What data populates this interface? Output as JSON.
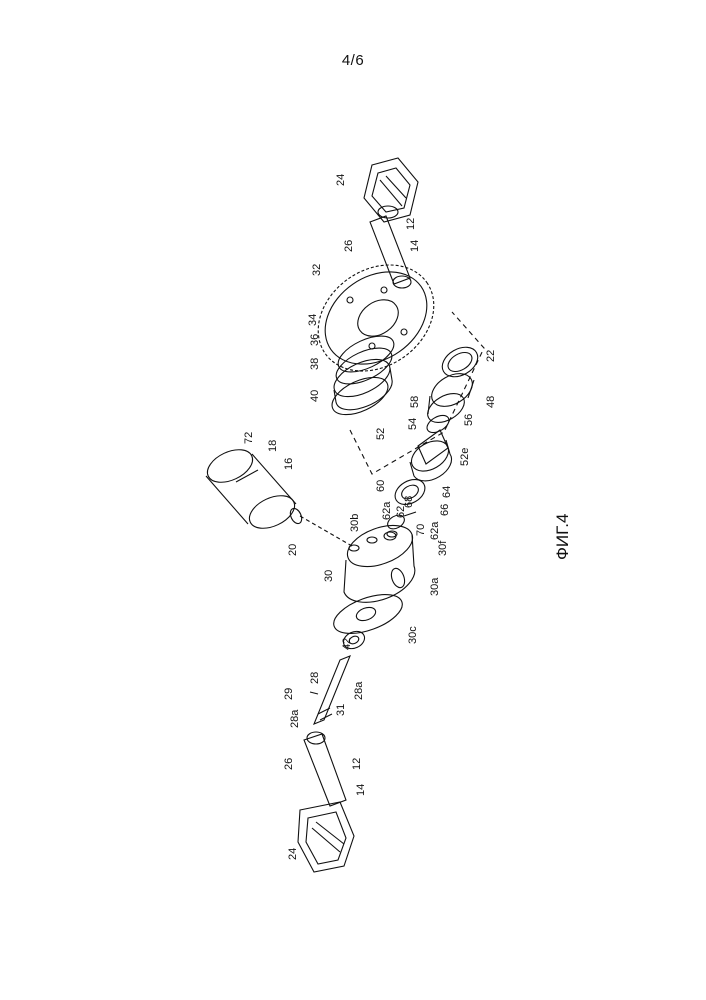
{
  "page": {
    "number": "4/6"
  },
  "figure": {
    "caption": "ФИГ.4"
  },
  "labels": [
    "24",
    "26",
    "12",
    "14",
    "32",
    "34",
    "36",
    "38",
    "40",
    "22",
    "58",
    "48",
    "54",
    "56",
    "52",
    "52e",
    "60",
    "64",
    "62a",
    "62",
    "68",
    "66",
    "70",
    "30f",
    "30b",
    "62a",
    "30",
    "30a",
    "30c",
    "72",
    "18",
    "16",
    "20",
    "42",
    "28",
    "28a",
    "29",
    "31",
    "28a",
    "26",
    "12",
    "14",
    "24"
  ]
}
